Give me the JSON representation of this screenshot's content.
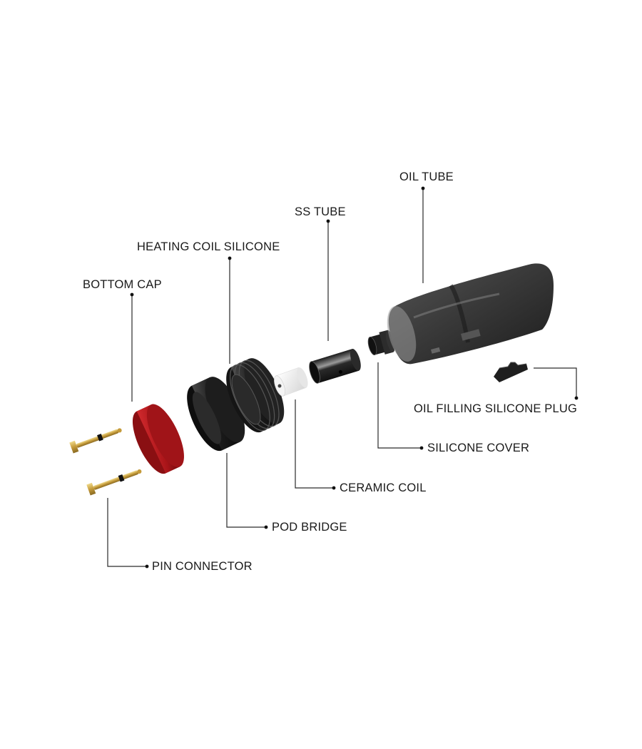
{
  "diagram": {
    "type": "exploded-view",
    "subject": "vape pod cartridge",
    "background": "#ffffff",
    "line_color": "#2a2a2a",
    "text_color": "#1a1a1a",
    "labels": {
      "oil_tube": "OIL TUBE",
      "ss_tube": "SS TUBE",
      "heating_coil_silicone": "HEATING COIL SILICONE",
      "bottom_cap": "BOTTOM CAP",
      "oil_filling_silicone_plug": "OIL FILLING SILICONE PLUG",
      "silicone_cover": "SILICONE COVER",
      "ceramic_coil": "CERAMIC COIL",
      "pod_bridge": "POD BRIDGE",
      "pin_connector": "PIN CONNECTOR"
    },
    "part_colors": {
      "bottom_cap": "#b0161b",
      "pod_bridge": "#1c1c1c",
      "heating_coil_silicone": "#222222",
      "ceramic_coil": "#eeeeee",
      "ss_tube": "#2a2a2a",
      "silicone_cover": "#1e1e1e",
      "oil_tube": "#3a3a3a",
      "oil_filling_silicone_plug": "#222222",
      "pin_connector": "#c9a84a"
    }
  }
}
